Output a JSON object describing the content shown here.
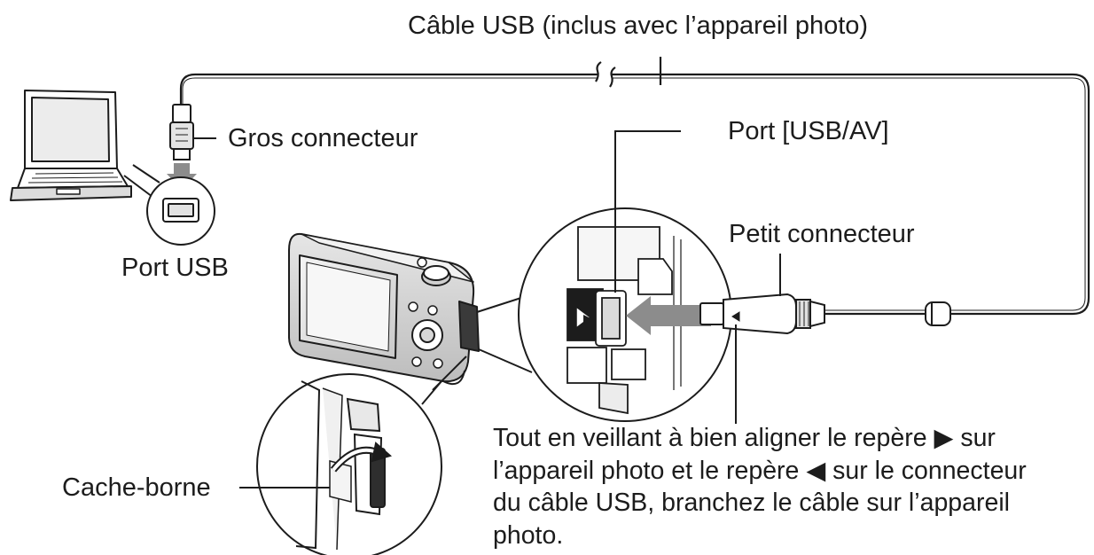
{
  "labels": {
    "usb_cable": "Câble USB (inclus avec l’appareil photo)",
    "large_connector": "Gros connecteur",
    "usb_port": "Port USB",
    "usb_av_port": "Port [USB/AV]",
    "small_connector": "Petit connecteur",
    "terminal_cover": "Cache-borne"
  },
  "instruction": {
    "lines": [
      "Tout en veillant à bien aligner le repère ▶ sur",
      "l’appareil photo et le repère ◀ sur le connecteur",
      "du câble USB, branchez le câble sur l’appareil",
      "photo."
    ]
  },
  "icons": {
    "mark_triangle_right": "▶",
    "mark_triangle_left": "◀"
  },
  "colors": {
    "ink": "#1c1c1c",
    "arrow_fill": "#8c8c8c",
    "panel_gray": "#d8d8d8"
  }
}
